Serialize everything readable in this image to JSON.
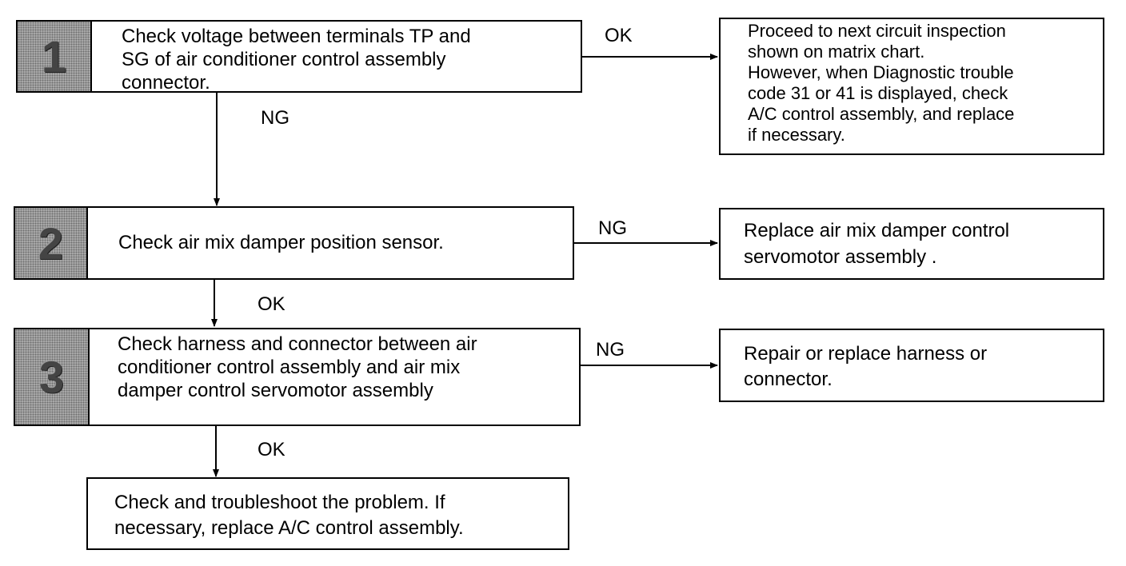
{
  "steps": [
    {
      "number": "1",
      "text": "Check voltage between terminals TP and\nSG of air conditioner control assembly\nconnector."
    },
    {
      "number": "2",
      "text": "Check air mix damper position sensor."
    },
    {
      "number": "3",
      "text": "Check harness and connector between air\nconditioner control assembly and air mix\ndamper control servomotor assembly"
    }
  ],
  "results": [
    {
      "label": "OK",
      "text": "Proceed to next circuit inspection\nshown on matrix chart.\nHowever, when Diagnostic trouble\ncode 31 or 41 is displayed, check\nA/C control assembly, and  replace\nif necessary."
    },
    {
      "label": "NG",
      "text": "Replace air mix damper control\nservomotor assembly ."
    },
    {
      "label": "NG",
      "text": "Repair or replace harness or\nconnector."
    }
  ],
  "down_labels": [
    "NG",
    "OK",
    "OK"
  ],
  "final": {
    "text": "Check and troubleshoot the problem.  If\nnecessary, replace A/C control assembly."
  }
}
